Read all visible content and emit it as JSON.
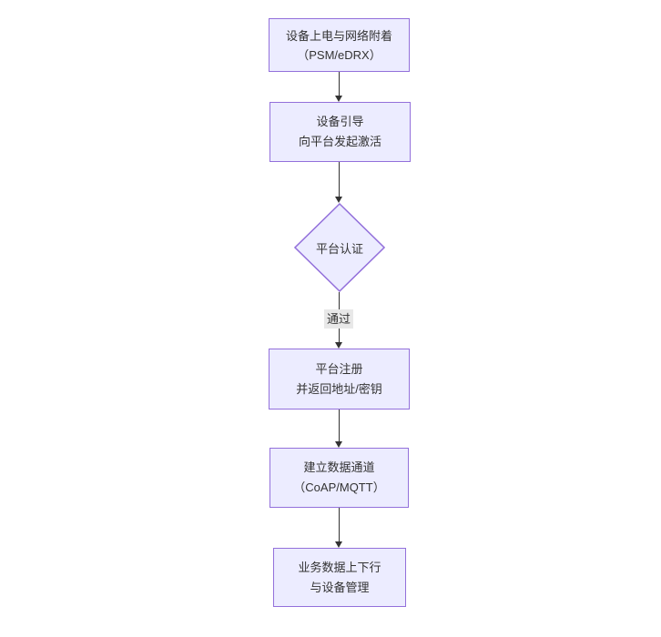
{
  "colors": {
    "node_fill": "#ECECFF",
    "node_border": "#9370DB",
    "edge_line": "#333333",
    "edge_label_bg": "#e8e8e8",
    "text": "#333333",
    "background": "#ffffff"
  },
  "nodes": {
    "power_attach": {
      "line1": "设备上电与网络附着",
      "line2": "（PSM/eDRX）"
    },
    "bootstrap_activate": {
      "line1": "设备引导",
      "line2": "向平台发起激活"
    },
    "platform_auth": {
      "label": "平台认证"
    },
    "platform_register": {
      "line1": "平台注册",
      "line2": "并返回地址/密钥"
    },
    "data_channel": {
      "line1": "建立数据通道",
      "line2": "（CoAP/MQTT）"
    },
    "business_mgmt": {
      "line1": "业务数据上下行",
      "line2": "与设备管理"
    }
  },
  "edges": {
    "pass_label": "通过"
  }
}
